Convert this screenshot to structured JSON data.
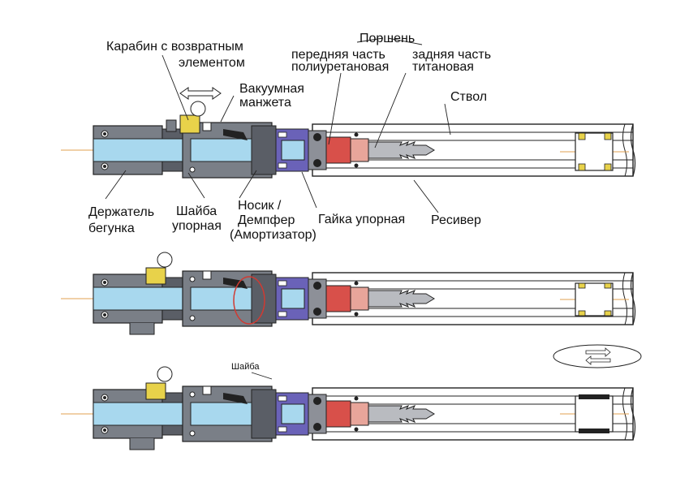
{
  "labels": {
    "karabin": [
      "Карабин с возвратным",
      "элементом"
    ],
    "vacuum": [
      "Вакуумная",
      "манжета"
    ],
    "piston": "Поршень",
    "front_part": [
      "передняя часть",
      "полиуретановая"
    ],
    "rear_part": [
      "задняя часть",
      "титановая"
    ],
    "barrel": "Ствол",
    "holder": [
      "Держатель",
      "бегунка"
    ],
    "washer_stop": [
      "Шайба",
      "упорная"
    ],
    "nose": [
      "Носик /",
      "Демпфер",
      "(Амортизатор)"
    ],
    "nut": "Гайка упорная",
    "receiver": "Ресивер",
    "washer": "Шайба"
  },
  "colors": {
    "light_blue": "#a8d8ee",
    "gray": "#7a7f87",
    "dark_gray": "#5a5e66",
    "purple": "#6a62b8",
    "red": "#d8504a",
    "pink": "#e8a59a",
    "arrow_gray": "#b9bbc0",
    "yellow": "#e8d24a",
    "orange_line": "#e0a050",
    "circle_red": "#d03a32"
  },
  "icons": {
    "double_arrow": "double-arrow-icon",
    "rotate": "rotate-ellipse-icon"
  }
}
